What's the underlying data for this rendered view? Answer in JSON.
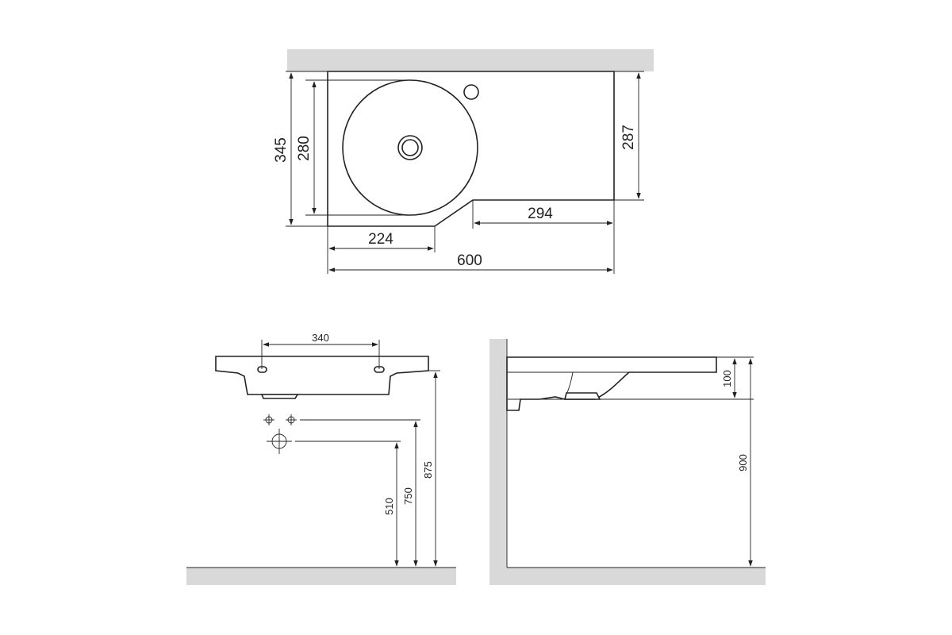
{
  "top_view": {
    "dim_total_width": "600",
    "dim_left_width": "224",
    "dim_right_width": "294",
    "dim_depth_left": "345",
    "dim_bowl_diameter": "280",
    "dim_depth_right": "287"
  },
  "front_view": {
    "dim_hole_spacing": "340",
    "dim_drain_height": "510",
    "dim_supply_height": "750",
    "dim_mount_height": "875"
  },
  "side_view": {
    "dim_thickness": "100",
    "dim_total_height": "900"
  },
  "colors": {
    "wall": "#d9d9d9",
    "line": "#222222"
  }
}
